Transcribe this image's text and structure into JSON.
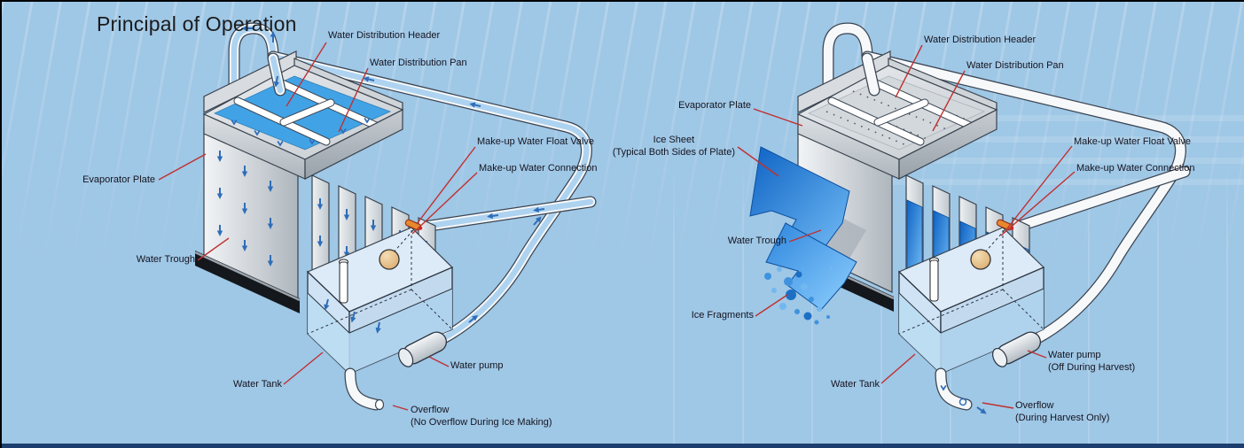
{
  "title": "Principal of Operation",
  "colors": {
    "background": "#9fc7e6",
    "leader_red": "#c03030",
    "pan_water_blue": "#41a3e6",
    "ice_blue": "#1565c8",
    "tank_water_blue": "#bcdaf2",
    "bottom_bar_navy": "#1c3e6e",
    "plate_gray": "#c9ced3",
    "float_tan": "#e9c48f"
  },
  "left": {
    "mode": "ice-making",
    "labels": {
      "header": "Water Distribution Header",
      "pan": "Water Distribution Pan",
      "evaporator": "Evaporator Plate",
      "float_valve": "Make-up Water Float Valve",
      "connection": "Make-up Water Connection",
      "trough": "Water Trough",
      "tank": "Water Tank",
      "pump": "Water pump",
      "overflow": "Overflow",
      "overflow_note": "(No Overflow During Ice Making)"
    }
  },
  "right": {
    "mode": "harvest",
    "labels": {
      "header": "Water Distribution Header",
      "pan": "Water Distribution Pan",
      "evaporator": "Evaporator Plate",
      "ice_sheet": "Ice Sheet",
      "ice_sheet_note": "(Typical Both Sides of Plate)",
      "float_valve": "Make-up Water Float Valve",
      "connection": "Make-up Water Connection",
      "trough": "Water Trough",
      "ice_fragments": "Ice Fragments",
      "tank": "Water Tank",
      "pump": "Water pump",
      "pump_note": "(Off During Harvest)",
      "overflow": "Overflow",
      "overflow_note": "(During Harvest Only)"
    }
  }
}
